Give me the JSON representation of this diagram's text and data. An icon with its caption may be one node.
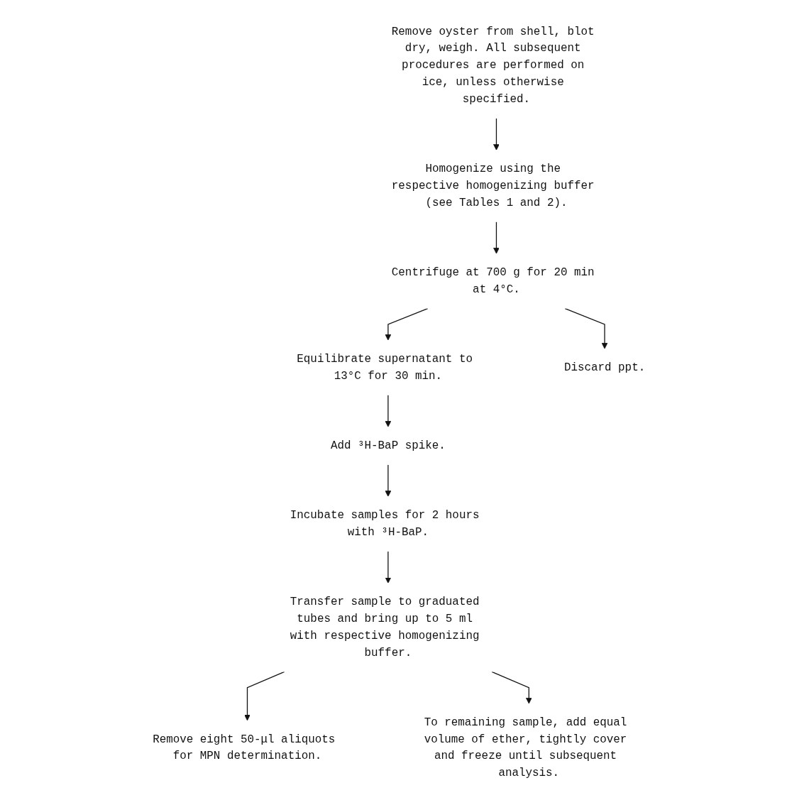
{
  "diagram": {
    "nodes": [
      {
        "text": [
          "Remove oyster from shell, blot dry, weigh. All subsequent procedures are performed on ice, unless otherwise specified."
        ]
      },
      {
        "text": [
          "Homogenize using the respective homogenizing buffer (see Tables 1 and 2)."
        ]
      },
      {
        "text": [
          "Centrifuge at 700 g for 20 min at 4°C."
        ]
      },
      {
        "text": [
          "Equilibrate supernatant to 13°C for 30 min."
        ]
      },
      {
        "text": [
          "Discard ppt."
        ]
      },
      {
        "text": [
          "Add ³H-BaP spike."
        ]
      },
      {
        "text": [
          "Incubate samples for 2 hours with ³H-BaP."
        ]
      },
      {
        "text": [
          "Transfer sample to graduated tubes and bring up to 5 ml with respective homogenizing buffer."
        ]
      },
      {
        "text": [
          "Remove eight 50-μl aliquots for MPN determination."
        ]
      },
      {
        "text": [
          "To remaining sample, add equal volume of ether, tightly cover and freeze until subsequent analysis."
        ]
      }
    ],
    "edges": [
      {
        "from": 0,
        "to": 1,
        "arrow": "to"
      },
      {
        "from": 1,
        "to": 2,
        "arrow": "to"
      },
      {
        "from": 2,
        "to": 3,
        "arrow": "to"
      },
      {
        "from": 2,
        "to": 4,
        "arrow": "to"
      },
      {
        "from": 3,
        "to": 5,
        "arrow": "to"
      },
      {
        "from": 5,
        "to": 6,
        "arrow": "to"
      },
      {
        "from": 6,
        "to": 7,
        "arrow": "to"
      },
      {
        "from": 7,
        "to": 8,
        "arrow": "to"
      },
      {
        "from": 7,
        "to": 9,
        "arrow": "to"
      }
    ]
  }
}
